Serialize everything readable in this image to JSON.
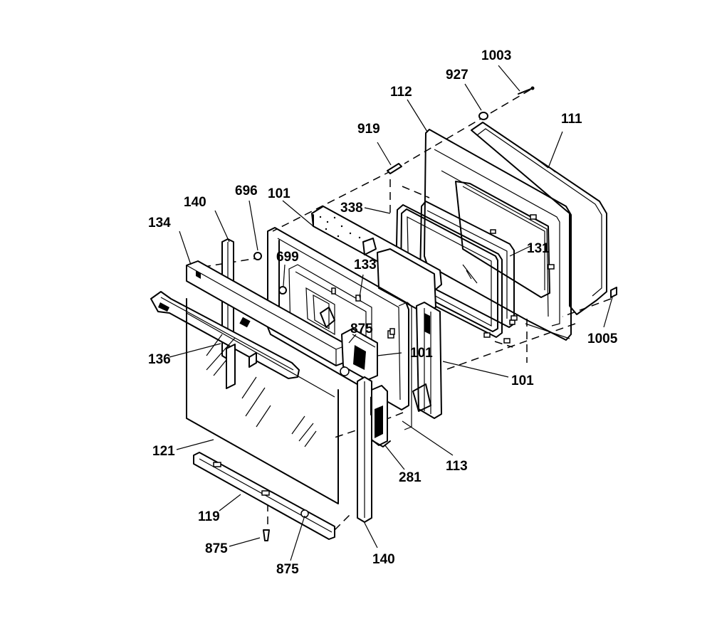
{
  "labels": {
    "l1003": "1003",
    "l927": "927",
    "l112": "112",
    "l111": "111",
    "l919": "919",
    "l140a": "140",
    "l696": "696",
    "l101a": "101",
    "l338": "338",
    "l134": "134",
    "l699": "699",
    "l133": "133",
    "l131": "131",
    "l875a": "875",
    "l101b": "101",
    "l1005": "1005",
    "l136": "136",
    "l101c": "101",
    "l113": "113",
    "l121": "121",
    "l281": "281",
    "l119": "119",
    "l875b": "875",
    "l875c": "875",
    "l140b": "140"
  }
}
